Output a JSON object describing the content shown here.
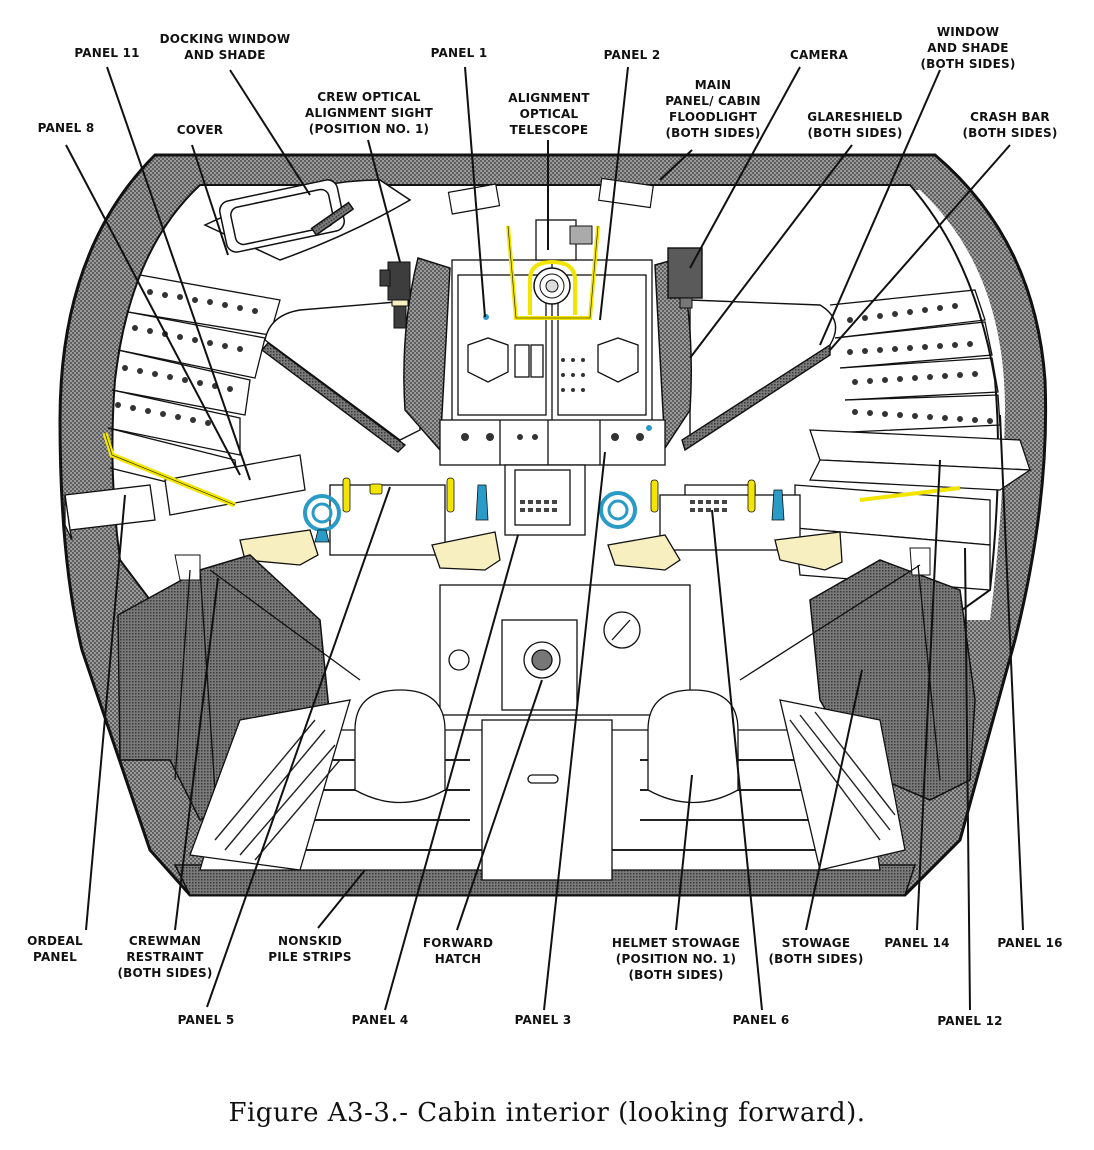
{
  "figure": {
    "caption": "Figure A3-3.- Cabin interior (looking forward).",
    "colors": {
      "hull_gray": "#8a8a8a",
      "stipple_dark": "#6e6e6e",
      "line": "#111111",
      "yellow_handles": "#f2e600",
      "blue_controls": "#2a9ac7",
      "headrest_cream": "#f7efbf",
      "camera_gray": "#5a5a5a"
    },
    "labels_top": [
      {
        "id": "panel-11",
        "text": "PANEL 11"
      },
      {
        "id": "docking-window",
        "text": "DOCKING WINDOW\nAND SHADE"
      },
      {
        "id": "panel-1",
        "text": "PANEL 1"
      },
      {
        "id": "panel-2",
        "text": "PANEL 2"
      },
      {
        "id": "camera",
        "text": "CAMERA"
      },
      {
        "id": "window-shade",
        "text": "WINDOW\nAND SHADE\n(BOTH SIDES)"
      },
      {
        "id": "crew-optical",
        "text": "CREW OPTICAL\nALIGNMENT SIGHT\n(POSITION NO. 1)"
      },
      {
        "id": "alignment-telescope",
        "text": "ALIGNMENT\nOPTICAL\nTELESCOPE"
      },
      {
        "id": "floodlight",
        "text": "MAIN\nPANEL/ CABIN\nFLOODLIGHT\n(BOTH SIDES)"
      },
      {
        "id": "panel-8",
        "text": "PANEL 8"
      },
      {
        "id": "cover",
        "text": "COVER"
      },
      {
        "id": "glareshield",
        "text": "GLARESHIELD\n(BOTH SIDES)"
      },
      {
        "id": "crash-bar",
        "text": "CRASH BAR\n(BOTH SIDES)"
      }
    ],
    "labels_bottom": [
      {
        "id": "ordeal-panel",
        "text": "ORDEAL\nPANEL"
      },
      {
        "id": "crewman-restraint",
        "text": "CREWMAN\nRESTRAINT\n(BOTH SIDES)"
      },
      {
        "id": "nonskid",
        "text": "NONSKID\nPILE STRIPS"
      },
      {
        "id": "forward-hatch",
        "text": "FORWARD\nHATCH"
      },
      {
        "id": "helmet-stowage",
        "text": "HELMET STOWAGE\n(POSITION NO. 1)\n(BOTH SIDES)"
      },
      {
        "id": "stowage",
        "text": "STOWAGE\n(BOTH SIDES)"
      },
      {
        "id": "panel-14",
        "text": "PANEL 14"
      },
      {
        "id": "panel-16",
        "text": "PANEL 16"
      },
      {
        "id": "panel-5",
        "text": "PANEL 5"
      },
      {
        "id": "panel-4",
        "text": "PANEL 4"
      },
      {
        "id": "panel-3",
        "text": "PANEL 3"
      },
      {
        "id": "panel-6",
        "text": "PANEL 6"
      },
      {
        "id": "panel-12",
        "text": "PANEL 12"
      }
    ]
  }
}
